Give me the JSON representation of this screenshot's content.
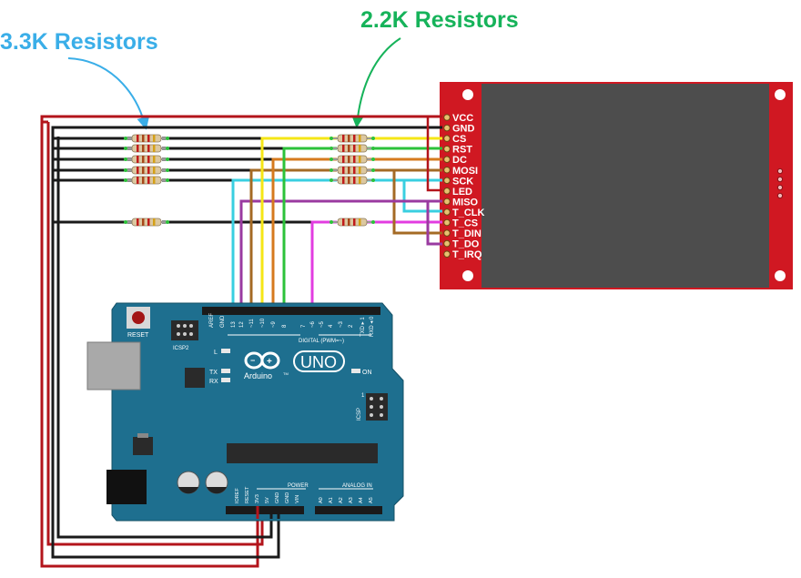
{
  "labels": {
    "resistor_33k": "3.3K Resistors",
    "resistor_22k": "2.2K Resistors"
  },
  "colors": {
    "label_33k": "#3aaee8",
    "label_22k": "#16b35a",
    "arduino_board": "#1e6f8f",
    "lcd_pcb": "#d01822",
    "lcd_screen": "#4d4d4d"
  },
  "lcd": {
    "pins": [
      "VCC",
      "GND",
      "CS",
      "RST",
      "DC",
      "MOSI",
      "SCK",
      "LED",
      "MISO",
      "T_CLK",
      "T_CS",
      "T_DIN",
      "T_DO",
      "T_IRQ"
    ]
  },
  "arduino": {
    "reset_label": "RESET",
    "icsp2_label": "ICSP2",
    "icsp_label": "ICSP",
    "icsp_pin1": "1",
    "l_label": "L",
    "tx_label": "TX",
    "rx_label": "RX",
    "on_label": "ON",
    "brand": "Arduino",
    "tm": "TM",
    "model": "UNO",
    "digital_label": "DIGITAL (PWM=~)",
    "txd_label": "TXD ▸ 1",
    "rxd_label": "RXD ◂ 0",
    "power_label": "POWER",
    "analog_label": "ANALOG IN",
    "top_headers": [
      "AREF",
      "GND",
      "13",
      "12",
      "~11",
      "~10",
      "~9",
      "8",
      "7",
      "~6",
      "~5",
      "4",
      "~3",
      "2"
    ],
    "power_pins": [
      "IOREF",
      "RESET",
      "3V3",
      "5V",
      "GND",
      "GND",
      "VIN"
    ],
    "analog_pins": [
      "A0",
      "A1",
      "A2",
      "A3",
      "A4",
      "A5"
    ]
  }
}
